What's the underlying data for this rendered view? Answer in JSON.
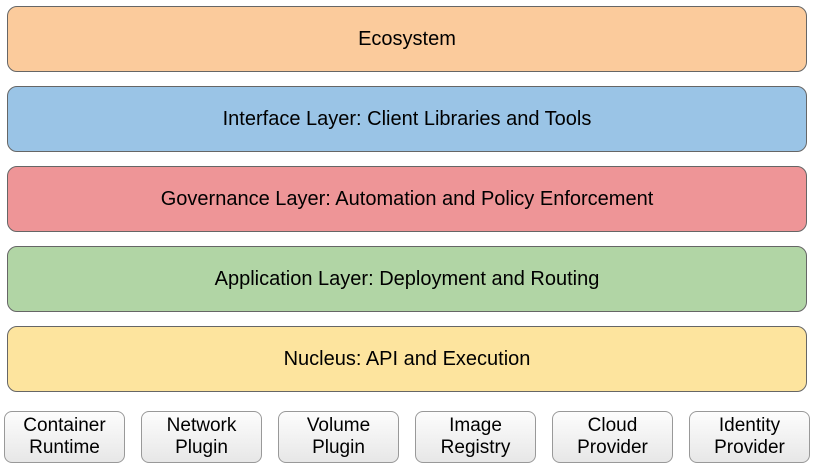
{
  "diagram": {
    "layers": [
      {
        "label": "Ecosystem",
        "fill": "#fbcb9c"
      },
      {
        "label": "Interface Layer: Client Libraries and Tools",
        "fill": "#9ac4e6"
      },
      {
        "label": "Governance Layer: Automation and Policy Enforcement",
        "fill": "#ee9597"
      },
      {
        "label": "Application Layer: Deployment and Routing",
        "fill": "#b1d5a5"
      },
      {
        "label": "Nucleus: API and Execution",
        "fill": "#fde49e"
      }
    ],
    "providers": [
      {
        "line1": "Container",
        "line2": "Runtime"
      },
      {
        "line1": "Network",
        "line2": "Plugin"
      },
      {
        "line1": "Volume",
        "line2": "Plugin"
      },
      {
        "line1": "Image",
        "line2": "Registry"
      },
      {
        "line1": "Cloud",
        "line2": "Provider"
      },
      {
        "line1": "Identity",
        "line2": "Provider"
      }
    ]
  }
}
